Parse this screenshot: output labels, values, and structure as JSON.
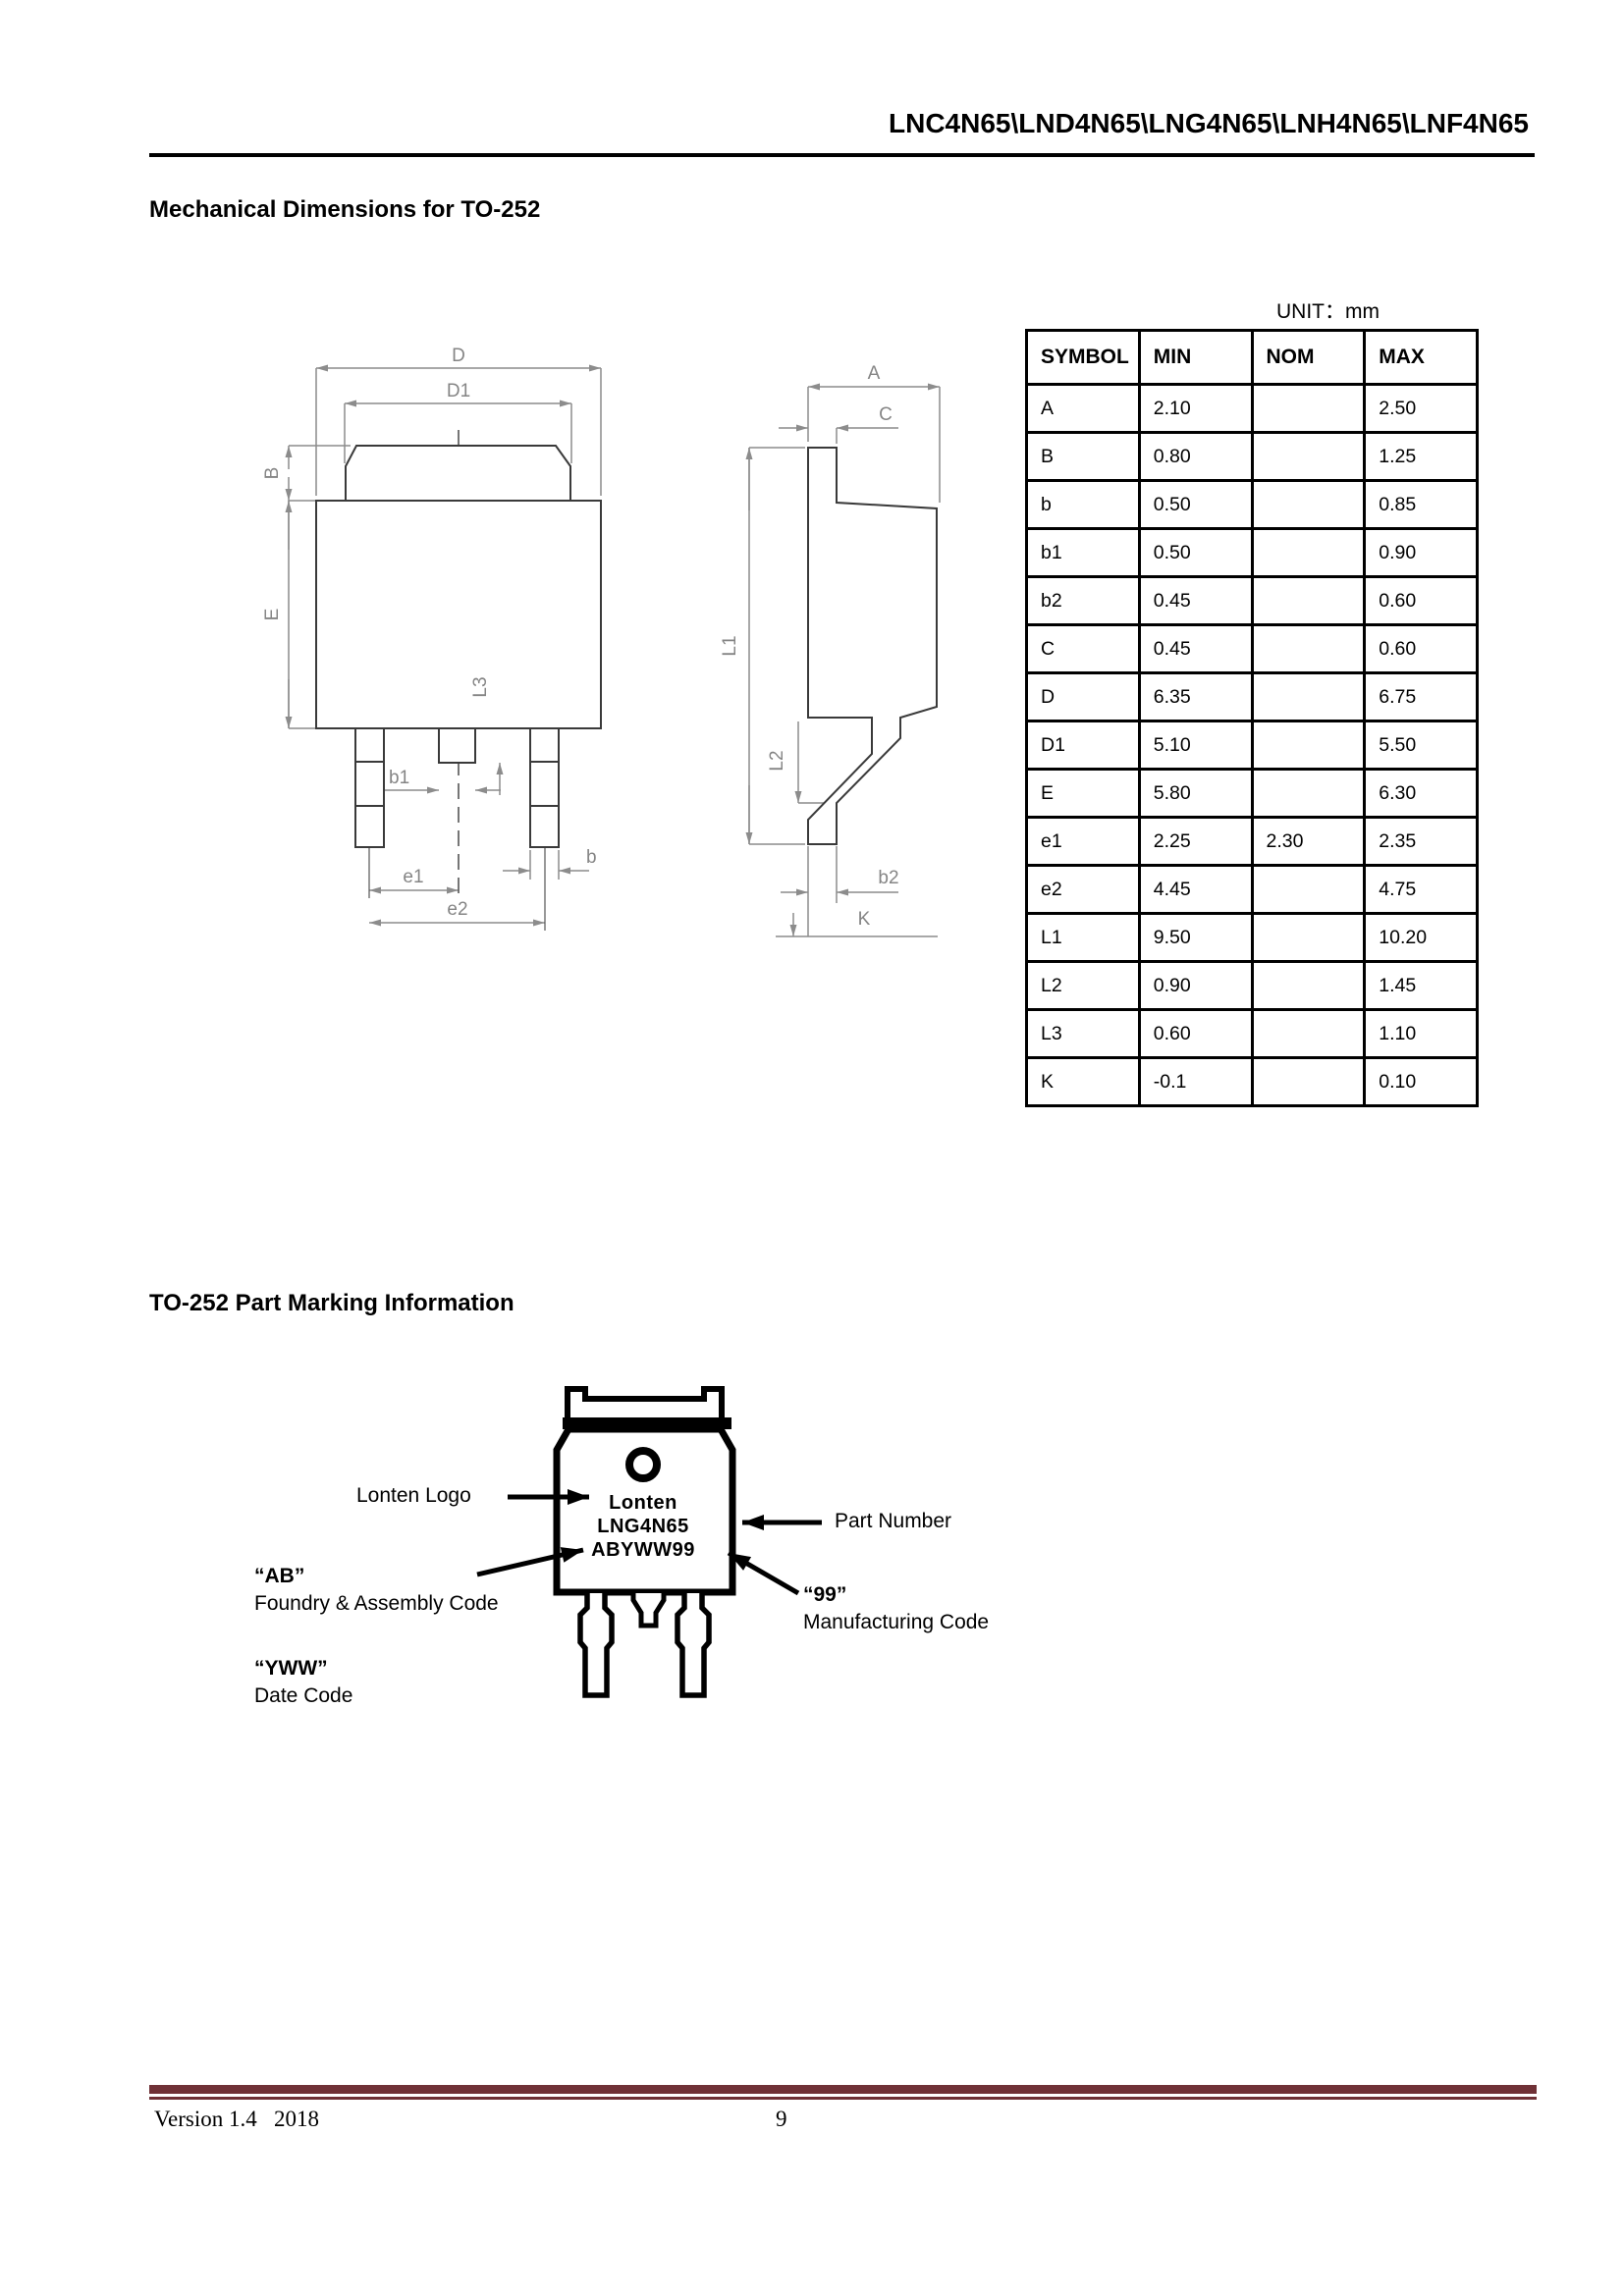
{
  "header": {
    "part_numbers": "LNC4N65\\LND4N65\\LNG4N65\\LNH4N65\\LNF4N65"
  },
  "sections": {
    "mechanical_title": "Mechanical Dimensions for TO-252",
    "marking_title": "TO-252 Part Marking Information"
  },
  "table": {
    "unit_label": "UNIT：mm",
    "headers": [
      "SYMBOL",
      "MIN",
      "NOM",
      "MAX"
    ],
    "rows": [
      [
        "A",
        "2.10",
        "",
        "2.50"
      ],
      [
        "B",
        "0.80",
        "",
        "1.25"
      ],
      [
        "b",
        "0.50",
        "",
        "0.85"
      ],
      [
        "b1",
        "0.50",
        "",
        "0.90"
      ],
      [
        "b2",
        "0.45",
        "",
        "0.60"
      ],
      [
        "C",
        "0.45",
        "",
        "0.60"
      ],
      [
        "D",
        "6.35",
        "",
        "6.75"
      ],
      [
        "D1",
        "5.10",
        "",
        "5.50"
      ],
      [
        "E",
        "5.80",
        "",
        "6.30"
      ],
      [
        "e1",
        "2.25",
        "2.30",
        "2.35"
      ],
      [
        "e2",
        "4.45",
        "",
        "4.75"
      ],
      [
        "L1",
        "9.50",
        "",
        "10.20"
      ],
      [
        "L2",
        "0.90",
        "",
        "1.45"
      ],
      [
        "L3",
        "0.60",
        "",
        "1.10"
      ],
      [
        "K",
        "-0.1",
        "",
        "0.10"
      ]
    ]
  },
  "front_view": {
    "labels": {
      "D": "D",
      "D1": "D1",
      "B": "B",
      "E": "E",
      "L3": "L3",
      "b1": "b1",
      "b": "b",
      "e1": "e1",
      "e2": "e2"
    }
  },
  "side_view": {
    "labels": {
      "A": "A",
      "C": "C",
      "L1": "L1",
      "L2": "L2",
      "b2": "b2",
      "K": "K"
    }
  },
  "marking": {
    "package_lines": [
      "Lonten",
      "LNG4N65",
      "ABYWW99"
    ],
    "callouts": {
      "logo": "Lonten Logo",
      "part_number": "Part Number",
      "ab_code": "“AB”",
      "ab_desc": "Foundry & Assembly Code",
      "mfg_code": "“99”",
      "mfg_desc": "Manufacturing Code",
      "date_code": "“YWW”",
      "date_desc": "Date Code"
    }
  },
  "footer": {
    "rule_color": "#6f3136",
    "version": "Version 1.4   2018",
    "page_number": "9"
  }
}
